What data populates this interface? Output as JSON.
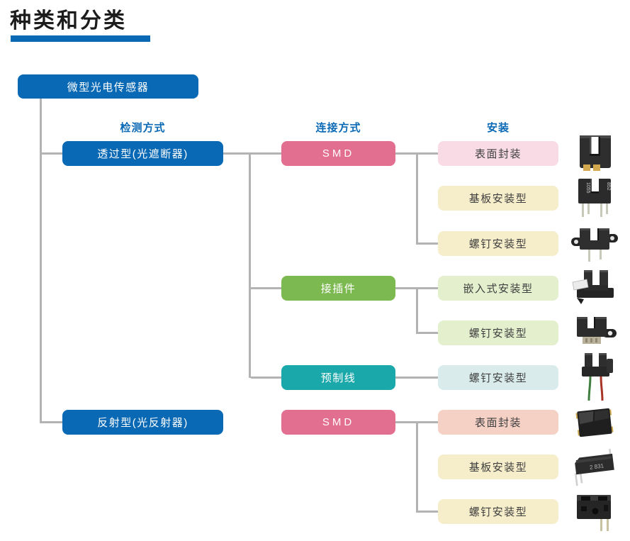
{
  "title": "种类和分类",
  "root": "微型光电传感器",
  "headers": {
    "detection": "检测方式",
    "connection": "连接方式",
    "mount": "安装"
  },
  "detection": {
    "transmissive": "透过型(光遮断器)",
    "reflective": "反射型(光反射器)"
  },
  "connection": {
    "smd1": "SMD",
    "connector": "接插件",
    "prewired": "预制线",
    "smd2": "SMD"
  },
  "mount": {
    "m1": "表面封装",
    "m2": "基板安装型",
    "m3": "螺钉安装型",
    "m4": "嵌入式安装型",
    "m5": "螺钉安装型",
    "m6": "螺钉安装型",
    "m7": "表面封装",
    "m8": "基板安装型",
    "m9": "螺钉安装型"
  },
  "product_markings": {
    "board_slot_left": "1055",
    "board_slot_right": "852",
    "board_reflective": "2 831"
  },
  "colors": {
    "accent_blue": "#0a69b5",
    "pink": "#e26e90",
    "light_pink": "#f8dbe5",
    "cream": "#f6edca",
    "green": "#7cb950",
    "light_green": "#e4efce",
    "teal": "#1ba8aa",
    "light_teal": "#d9eceb",
    "salmon": "#f4d0c5",
    "line_gray": "#b3b3b3"
  }
}
